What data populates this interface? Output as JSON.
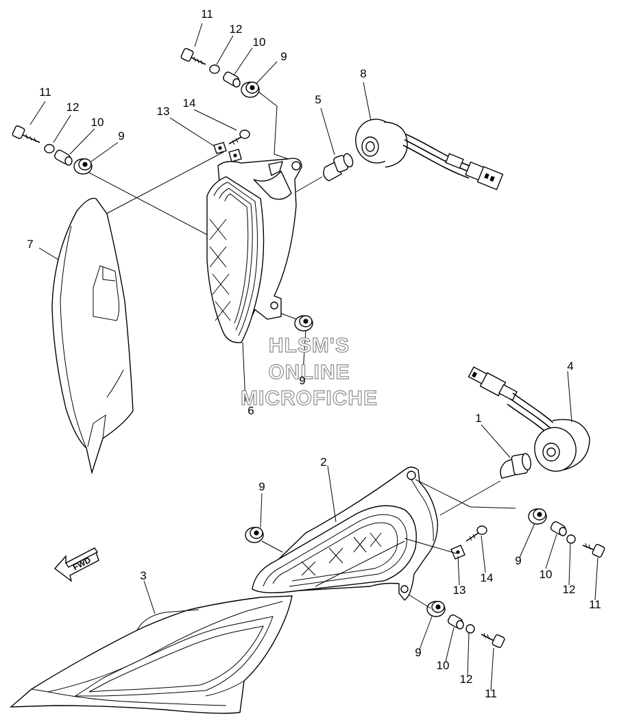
{
  "watermark": {
    "line1": "HLSM'S",
    "line2": "ONLINE",
    "line3": "MICROFICHE"
  },
  "direction_badge": "FWD",
  "callouts": [
    {
      "id": "c11a",
      "text": "11"
    },
    {
      "id": "c12a",
      "text": "12"
    },
    {
      "id": "c10a",
      "text": "10"
    },
    {
      "id": "c9a",
      "text": "9"
    },
    {
      "id": "c8",
      "text": "8"
    },
    {
      "id": "c5",
      "text": "5"
    },
    {
      "id": "c11b",
      "text": "11"
    },
    {
      "id": "c12b",
      "text": "12"
    },
    {
      "id": "c10b",
      "text": "10"
    },
    {
      "id": "c9b",
      "text": "9"
    },
    {
      "id": "c13a",
      "text": "13"
    },
    {
      "id": "c14a",
      "text": "14"
    },
    {
      "id": "c7",
      "text": "7"
    },
    {
      "id": "c9c",
      "text": "9"
    },
    {
      "id": "c6",
      "text": "6"
    },
    {
      "id": "c4",
      "text": "4"
    },
    {
      "id": "c1",
      "text": "1"
    },
    {
      "id": "c2",
      "text": "2"
    },
    {
      "id": "c9d",
      "text": "9"
    },
    {
      "id": "c9e",
      "text": "9"
    },
    {
      "id": "c10c",
      "text": "10"
    },
    {
      "id": "c12c",
      "text": "12"
    },
    {
      "id": "c11c",
      "text": "11"
    },
    {
      "id": "c14b",
      "text": "14"
    },
    {
      "id": "c13b",
      "text": "13"
    },
    {
      "id": "c3",
      "text": "3"
    },
    {
      "id": "c9f",
      "text": "9"
    },
    {
      "id": "c10d",
      "text": "10"
    },
    {
      "id": "c12d",
      "text": "12"
    },
    {
      "id": "c11d",
      "text": "11"
    }
  ]
}
